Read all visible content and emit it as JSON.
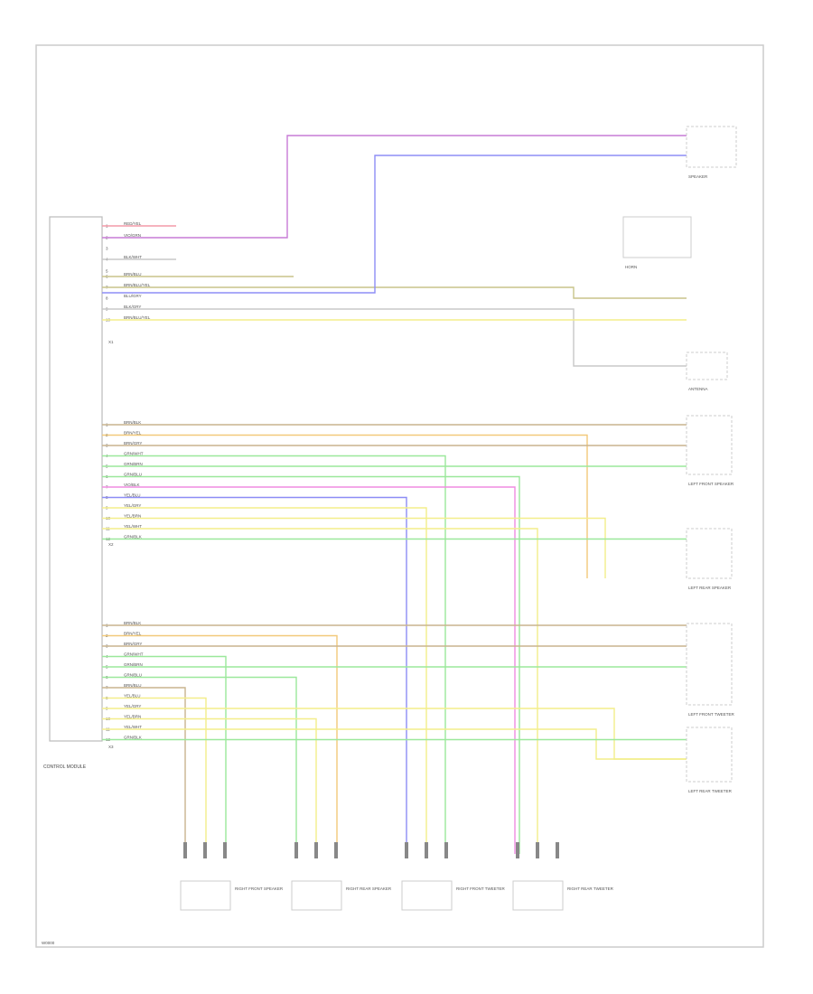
{
  "module": {
    "name": "CONTROL MODULE",
    "connectors": [
      "X1",
      "X2",
      "X3"
    ]
  },
  "colors": {
    "red": "#f39aa8",
    "purple": "#c77bd6",
    "blue": "#8d8df5",
    "olive": "#c8c48a",
    "yellow": "#f3ee8a",
    "green": "#9be89b",
    "brown": "#c9b48e",
    "grey": "#c8c8c8",
    "pink": "#f08be0",
    "orange": "#f2c97a"
  },
  "group_a": [
    {
      "pin": "1",
      "label": "RED/YEL",
      "color": "red"
    },
    {
      "pin": "2",
      "label": "VIO/GRN",
      "color": "purple"
    },
    {
      "pin": "3",
      "label": "",
      "color": "grey"
    },
    {
      "pin": "4",
      "label": "BLK/WHT",
      "color": "grey"
    },
    {
      "pin": "5",
      "label": "",
      "color": "grey"
    },
    {
      "pin": "6",
      "label": "BRN/BLU",
      "color": "olive"
    },
    {
      "pin": "7",
      "label": "BRN/BLU/YEL",
      "color": "olive"
    },
    {
      "pin": "8",
      "label": "BLU/GRY",
      "color": "blue"
    },
    {
      "pin": "9",
      "label": "BLK/GRY",
      "color": "grey"
    },
    {
      "pin": "10",
      "label": "BRN/BLU/YEL",
      "color": "yellow"
    }
  ],
  "group_b": [
    {
      "pin": "1",
      "label": "BRN/BLK",
      "color": "brown"
    },
    {
      "pin": "2",
      "label": "BRN/YEL",
      "color": "orange"
    },
    {
      "pin": "3",
      "label": "BRN/GRY",
      "color": "brown"
    },
    {
      "pin": "4",
      "label": "GRN/WHT",
      "color": "green"
    },
    {
      "pin": "5",
      "label": "GRN/BRN",
      "color": "green"
    },
    {
      "pin": "6",
      "label": "GRN/BLU",
      "color": "green"
    },
    {
      "pin": "7",
      "label": "VIO/BLK",
      "color": "pink"
    },
    {
      "pin": "8",
      "label": "YEL/BLU",
      "color": "blue"
    },
    {
      "pin": "9",
      "label": "YEL/GRY",
      "color": "yellow"
    },
    {
      "pin": "10",
      "label": "YEL/BRN",
      "color": "yellow"
    },
    {
      "pin": "11",
      "label": "YEL/WHT",
      "color": "yellow"
    },
    {
      "pin": "12",
      "label": "GRN/BLK",
      "color": "green"
    }
  ],
  "group_c": [
    {
      "pin": "1",
      "label": "BRN/BLK",
      "color": "brown"
    },
    {
      "pin": "2",
      "label": "BRN/YEL",
      "color": "orange"
    },
    {
      "pin": "3",
      "label": "BRN/GRY",
      "color": "brown"
    },
    {
      "pin": "4",
      "label": "GRN/WHT",
      "color": "green"
    },
    {
      "pin": "5",
      "label": "GRN/BRN",
      "color": "green"
    },
    {
      "pin": "6",
      "label": "GRN/BLU",
      "color": "green"
    },
    {
      "pin": "7",
      "label": "BRN/BLU",
      "color": "brown"
    },
    {
      "pin": "8",
      "label": "YEL/BLU",
      "color": "yellow"
    },
    {
      "pin": "9",
      "label": "YEL/GRY",
      "color": "yellow"
    },
    {
      "pin": "10",
      "label": "YEL/BRN",
      "color": "yellow"
    },
    {
      "pin": "11",
      "label": "YEL/WHT",
      "color": "yellow"
    },
    {
      "pin": "12",
      "label": "GRN/BLK",
      "color": "green"
    }
  ],
  "right_components": [
    "SPEAKER",
    "HORN",
    "ANTENNA",
    "LEFT FRONT SPEAKER",
    "LEFT REAR SPEAKER",
    "LEFT FRONT TWEETER",
    "LEFT REAR TWEETER"
  ],
  "bottom_components": [
    "RIGHT FRONT SPEAKER",
    "RIGHT REAR SPEAKER",
    "RIGHT FRONT TWEETER",
    "RIGHT REAR TWEETER"
  ],
  "footer_code": "W0000"
}
